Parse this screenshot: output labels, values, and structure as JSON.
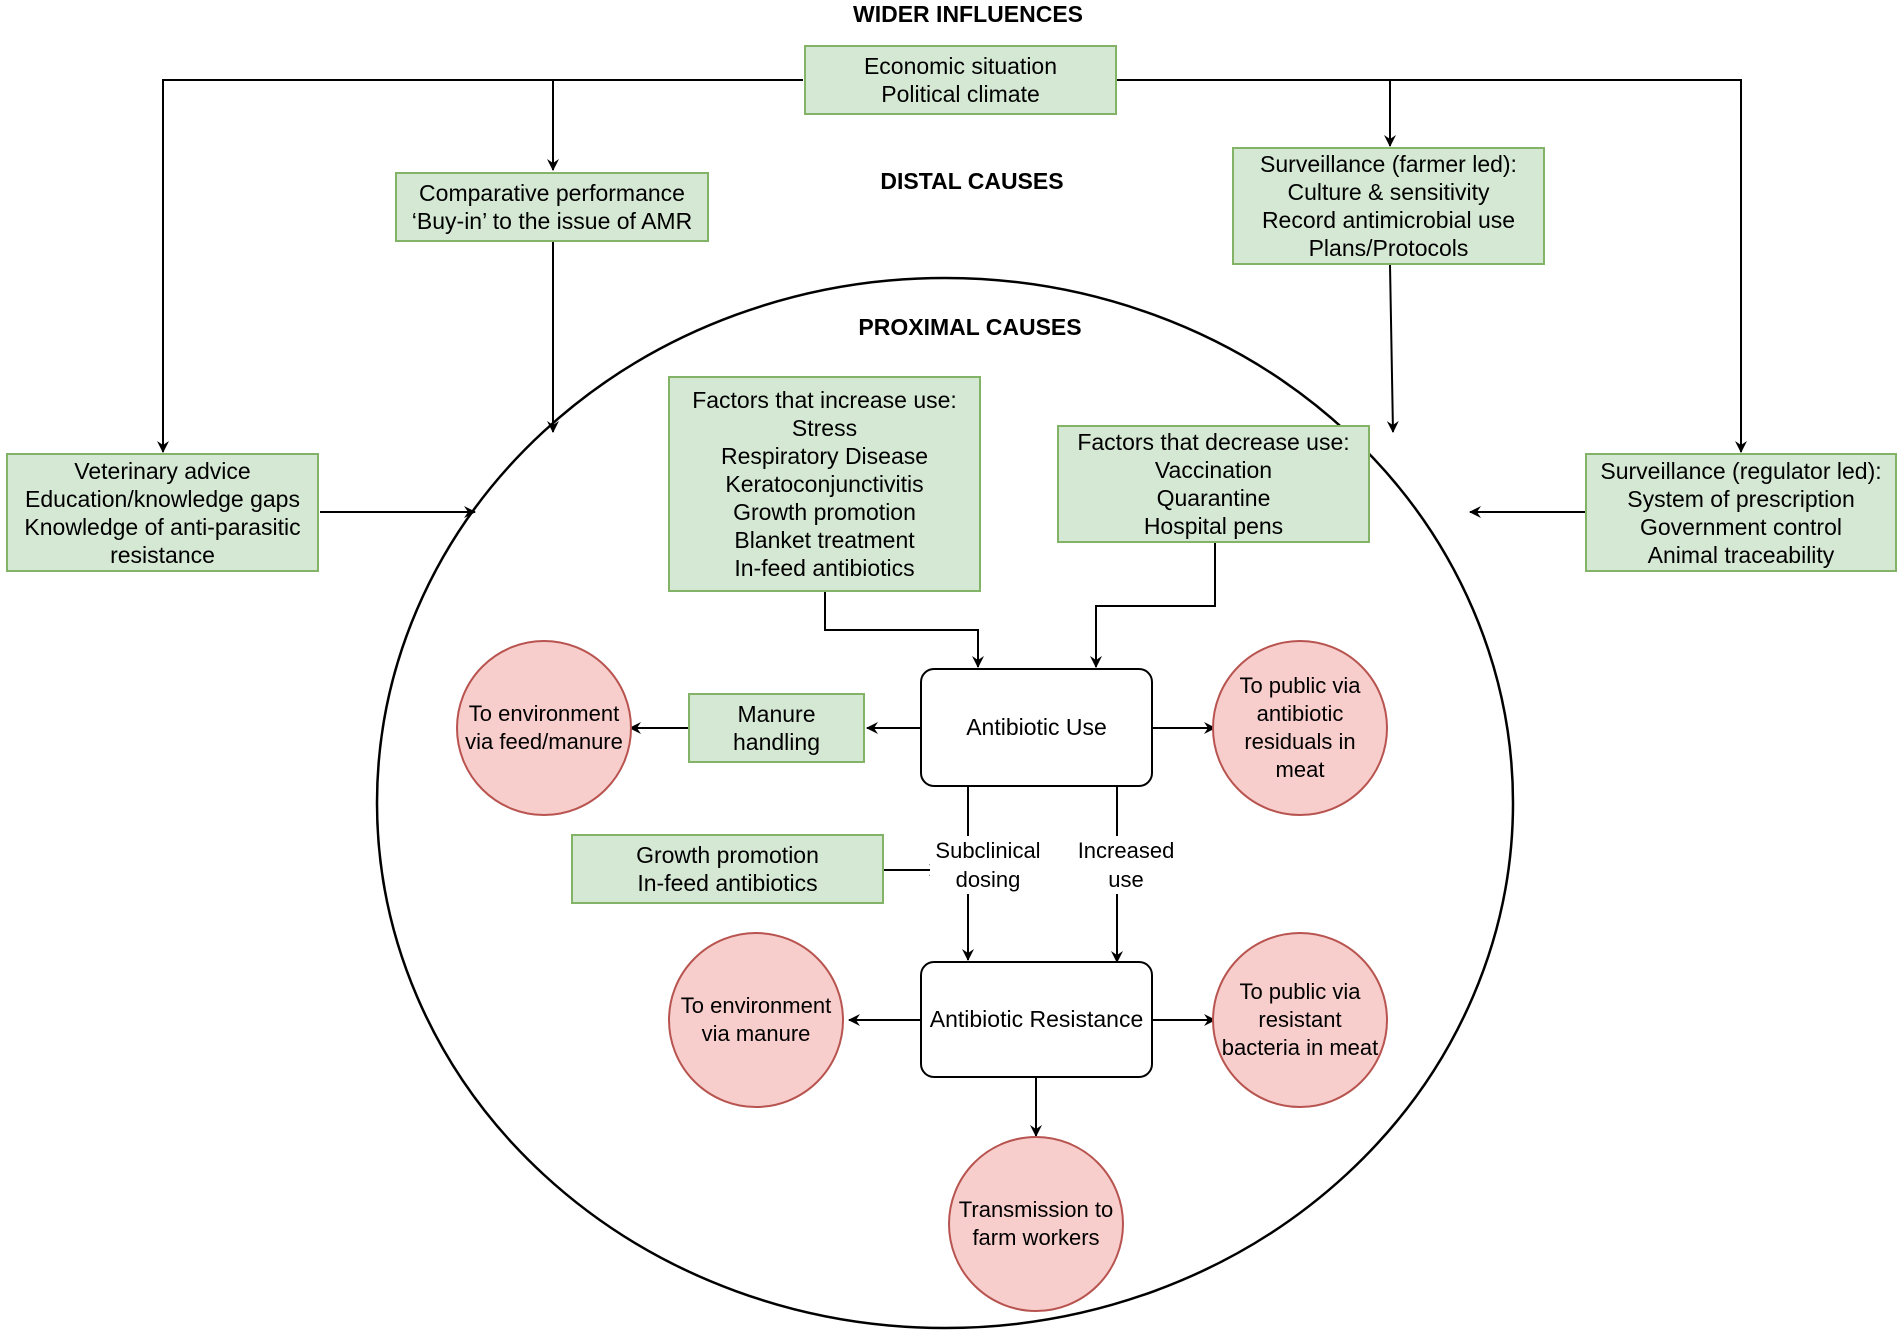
{
  "headings": {
    "wider": "WIDER INFLUENCES",
    "distal": "DISTAL CAUSES",
    "proximal": "PROXIMAL CAUSES"
  },
  "boxes": {
    "economic": [
      "Economic situation",
      "Political climate"
    ],
    "comparative": [
      "Comparative performance",
      "‘Buy-in’ to the issue of AMR"
    ],
    "farmer_surveillance": [
      "Surveillance (farmer led):",
      "Culture & sensitivity",
      "Record antimicrobial use",
      "Plans/Protocols"
    ],
    "veterinary": [
      "Veterinary advice",
      "Education/knowledge gaps",
      "Knowledge of anti-parasitic",
      "resistance"
    ],
    "regulator_surveillance": [
      "Surveillance (regulator led):",
      "System of prescription",
      "Government control",
      "Animal traceability"
    ],
    "increase_factors": [
      "Factors that increase use:",
      "Stress",
      "Respiratory Disease",
      "Keratoconjunctivitis",
      "Growth promotion",
      "Blanket treatment",
      "In-feed antibiotics"
    ],
    "decrease_factors": [
      "Factors that decrease use:",
      "Vaccination",
      "Quarantine",
      "Hospital pens"
    ],
    "manure_handling": [
      "Manure",
      "handling"
    ],
    "growth_promotion": [
      "Growth promotion",
      "In-feed antibiotics"
    ]
  },
  "nodes": {
    "antibiotic_use": "Antibiotic Use",
    "antibiotic_resistance": "Antibiotic Resistance"
  },
  "outcomes": {
    "env_feed": [
      "To environment",
      "via feed/manure"
    ],
    "public_residuals": [
      "To public via",
      "antibiotic",
      "residuals in",
      "meat"
    ],
    "env_manure": [
      "To environment",
      "via manure"
    ],
    "public_bacteria": [
      "To public via",
      "resistant",
      "bacteria in meat"
    ],
    "farm_workers": [
      "Transmission to",
      "farm workers"
    ]
  },
  "edge_labels": {
    "subclinical": [
      "Subclinical",
      "dosing"
    ],
    "increased": [
      "Increased",
      "use"
    ]
  },
  "colors": {
    "factor_fill": "#d5e8d4",
    "factor_border": "#82b366",
    "outcome_fill": "#f8cecc",
    "outcome_border": "#b85450",
    "line": "#000000"
  }
}
